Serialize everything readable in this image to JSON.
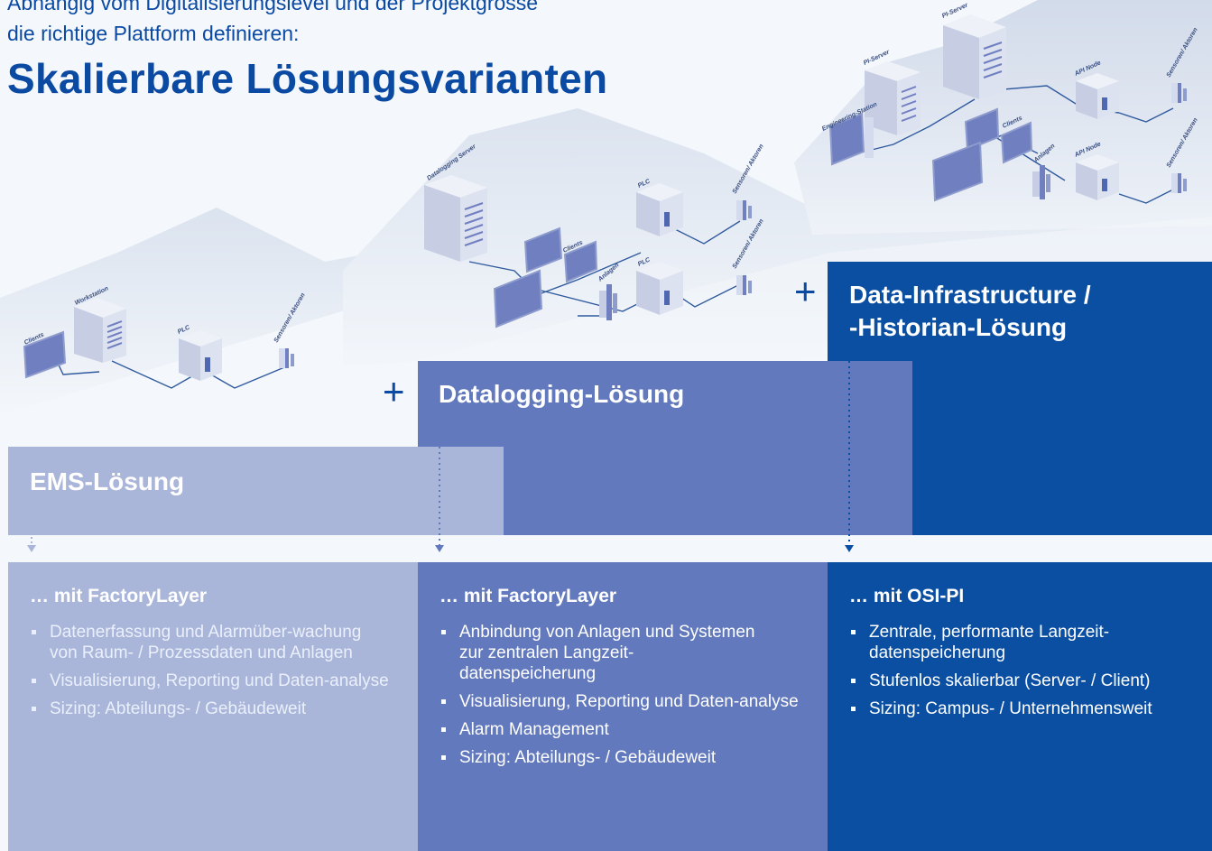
{
  "header": {
    "intro_line1": "Abhängig vom Digitalisierungslevel und der Projektgrösse",
    "intro_line2": "die richtige Plattform definieren:",
    "title": "Skalierbare Lösungsvarianten"
  },
  "colors": {
    "brand_blue": "#0b4aa2",
    "ems": "#aab5da",
    "datalogging": "#6279bd",
    "historian": "#0b4fa3"
  },
  "plus_symbol": "+",
  "tiers": [
    {
      "id": "ems",
      "title": "EMS-Lösung"
    },
    {
      "id": "datalogging",
      "title": "Datalogging-Lösung"
    },
    {
      "id": "historian",
      "title_line1": "Data-Infrastructure /",
      "title_line2": "-Historian-Lösung"
    }
  ],
  "columns": [
    {
      "heading": "… mit FactoryLayer",
      "bullets": [
        "Datenerfassung und Alarmüber-wachung von Raum- / Prozessdaten und Anlagen",
        "Visualisierung, Reporting und Daten-analyse",
        "Sizing: Abteilungs- / Gebäudeweit"
      ]
    },
    {
      "heading": "… mit FactoryLayer",
      "bullets": [
        "Anbindung von Anlagen und Systemen zur zentralen Langzeit-datenspeicherung",
        "Visualisierung, Reporting und Daten-analyse",
        "Alarm Management",
        "Sizing: Abteilungs- / Gebäudeweit"
      ]
    },
    {
      "heading": "… mit OSI-PI",
      "bullets": [
        "Zentrale, performante Langzeit-datenspeicherung",
        "Stufenlos skalierbar (Server- / Client)",
        "Sizing: Campus- / Unternehmensweit"
      ]
    }
  ],
  "network_labels": {
    "ems": {
      "clients": "Clients",
      "workstation": "Workstation",
      "plc": "PLC",
      "sensors": "Sensoren/ Aktoren"
    },
    "datalogging": {
      "server": "Datalogging Server",
      "clients": "Clients",
      "plc1": "PLC",
      "plc2": "PLC",
      "anlagen": "Anlagen",
      "sensors1": "Sensoren/ Aktoren",
      "sensors2": "Sensoren/ Aktoren"
    },
    "historian": {
      "pi_server1": "PI-Server",
      "pi_server2": "PI-Server",
      "engineering": "Engineering-Station",
      "clients": "Clients",
      "api_node1": "API Node",
      "api_node2": "API Node",
      "anlagen": "Anlagen",
      "sensors1": "Sensoren/ Aktoren",
      "sensors2": "Sensoren/ Aktoren"
    }
  }
}
